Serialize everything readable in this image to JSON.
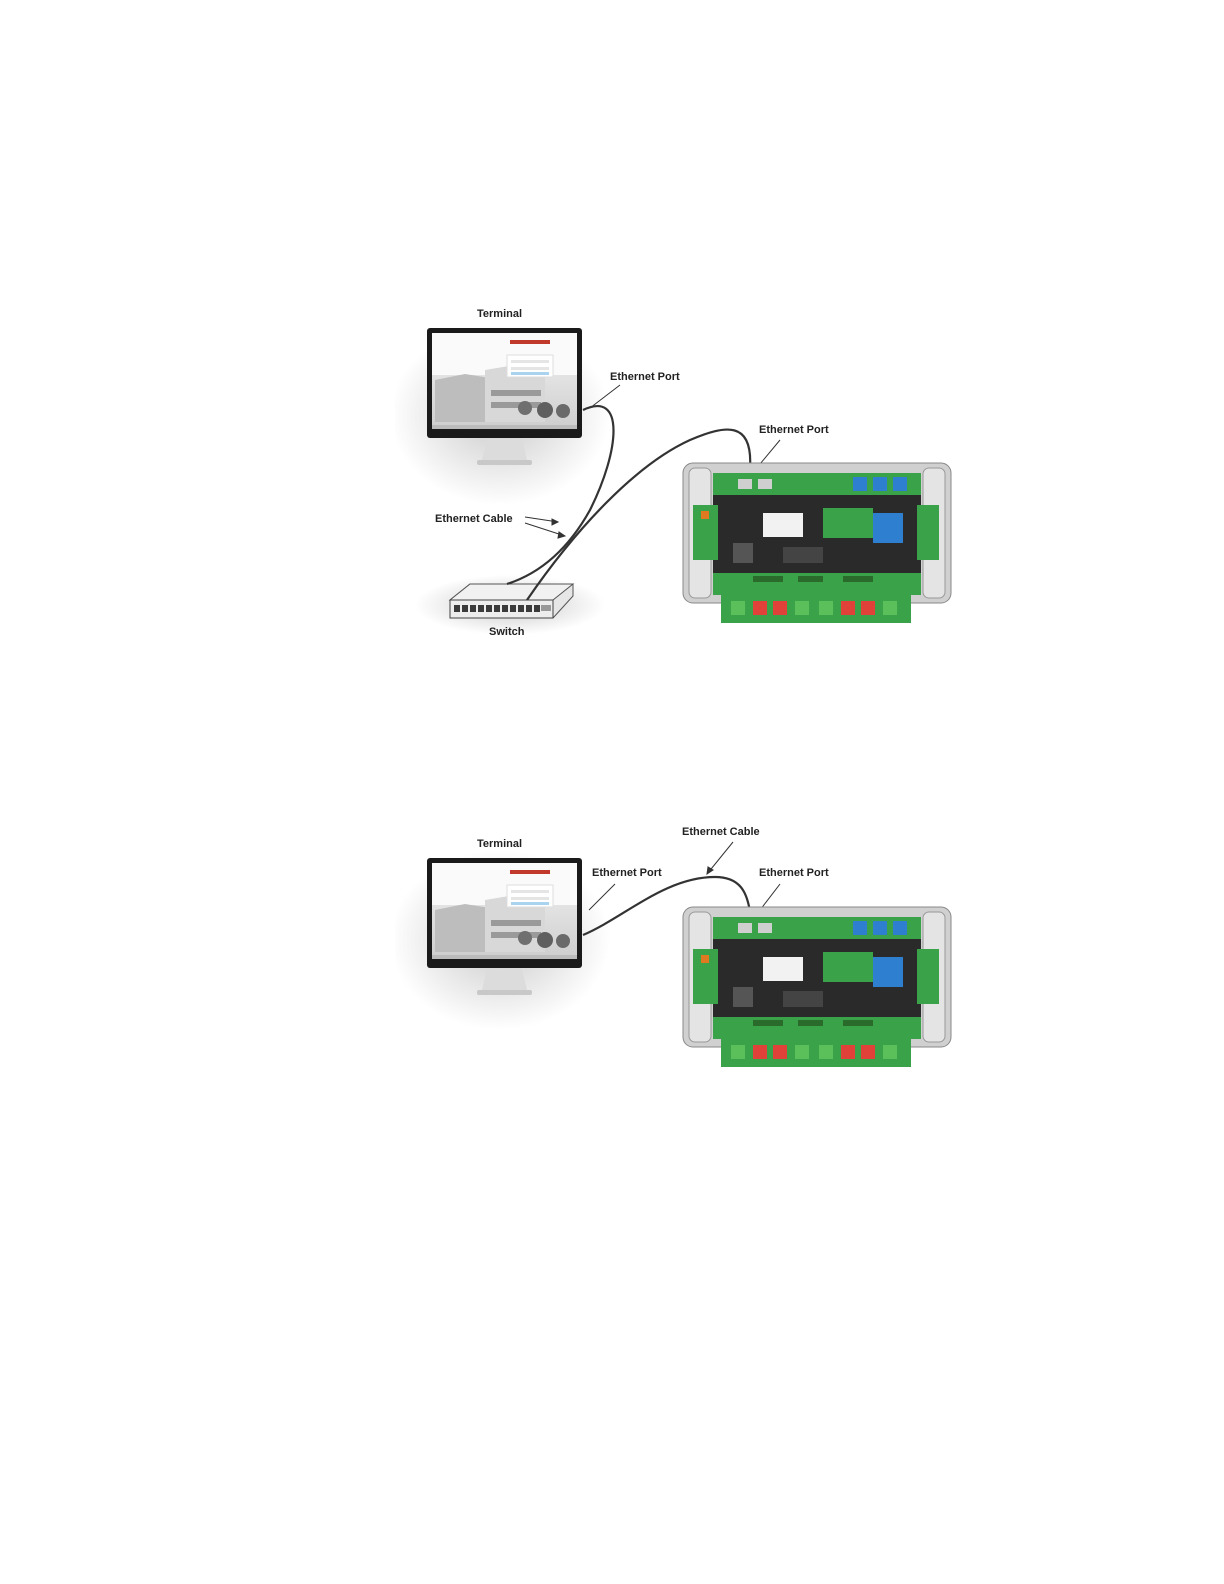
{
  "diagrams": [
    {
      "labels": {
        "terminal": "Terminal",
        "terminal_port": "Ethernet Port",
        "controller_port": "Ethernet Port",
        "cable": "Ethernet Cable",
        "switch": "Switch"
      }
    },
    {
      "labels": {
        "terminal": "Terminal",
        "terminal_port": "Ethernet Port",
        "controller_port": "Ethernet Port",
        "cable": "Ethernet Cable"
      }
    }
  ],
  "colors": {
    "pcb_green": "#3aa34a",
    "terminal_green": "#5cc05a",
    "terminal_red": "#e0423a",
    "terminal_blue": "#2f7fd0",
    "board_dark": "#2a2a2a",
    "enclosure_gray": "#d0d0d0",
    "cable": "#333333"
  },
  "icons": [
    "monitor-icon",
    "network-switch-icon",
    "controller-board-icon"
  ]
}
